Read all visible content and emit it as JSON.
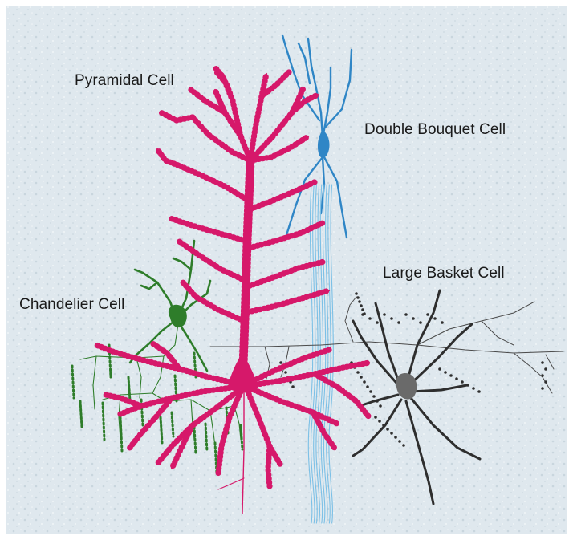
{
  "labels": {
    "pyramidal": "Pyramidal Cell",
    "double_bouquet": "Double Bouquet Cell",
    "large_basket": "Large Basket Cell",
    "chandelier": "Chandelier Cell"
  },
  "colors": {
    "background": "#dfe8ee",
    "pyramidal": "#d6186a",
    "double_bouquet": "#2f86c6",
    "double_bouquet_axon": "#7cc0e6",
    "large_basket": "#2e2e2e",
    "chandelier": "#2e7d2a",
    "text": "#1a1a1a"
  }
}
